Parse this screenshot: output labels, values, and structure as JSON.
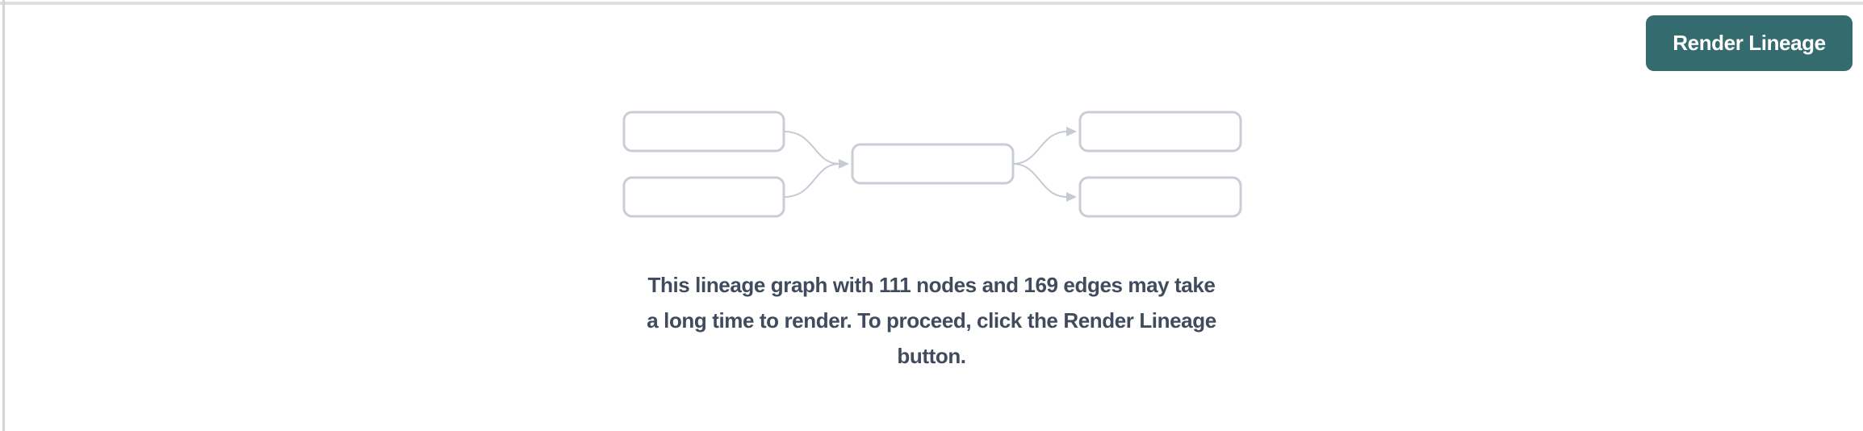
{
  "colors": {
    "accent-teal": "#346b6e",
    "button-text": "#ffffff",
    "box-border": "#c9cdd5",
    "edge": "#c6cbd3",
    "message-text": "#414b5e",
    "pane-top-border": "#dddde2",
    "pane-left-divider": "#d4d4d7",
    "pane-background": "#ffffff"
  },
  "toolbar": {
    "render_lineage_label": "Render Lineage"
  },
  "empty_state": {
    "node_count": "111",
    "edge_count": "169",
    "message_lines": [
      "This lineage graph with 111 nodes and 169 edges may take",
      "a long time to render. To proceed, click the Render Lineage",
      "button."
    ]
  }
}
